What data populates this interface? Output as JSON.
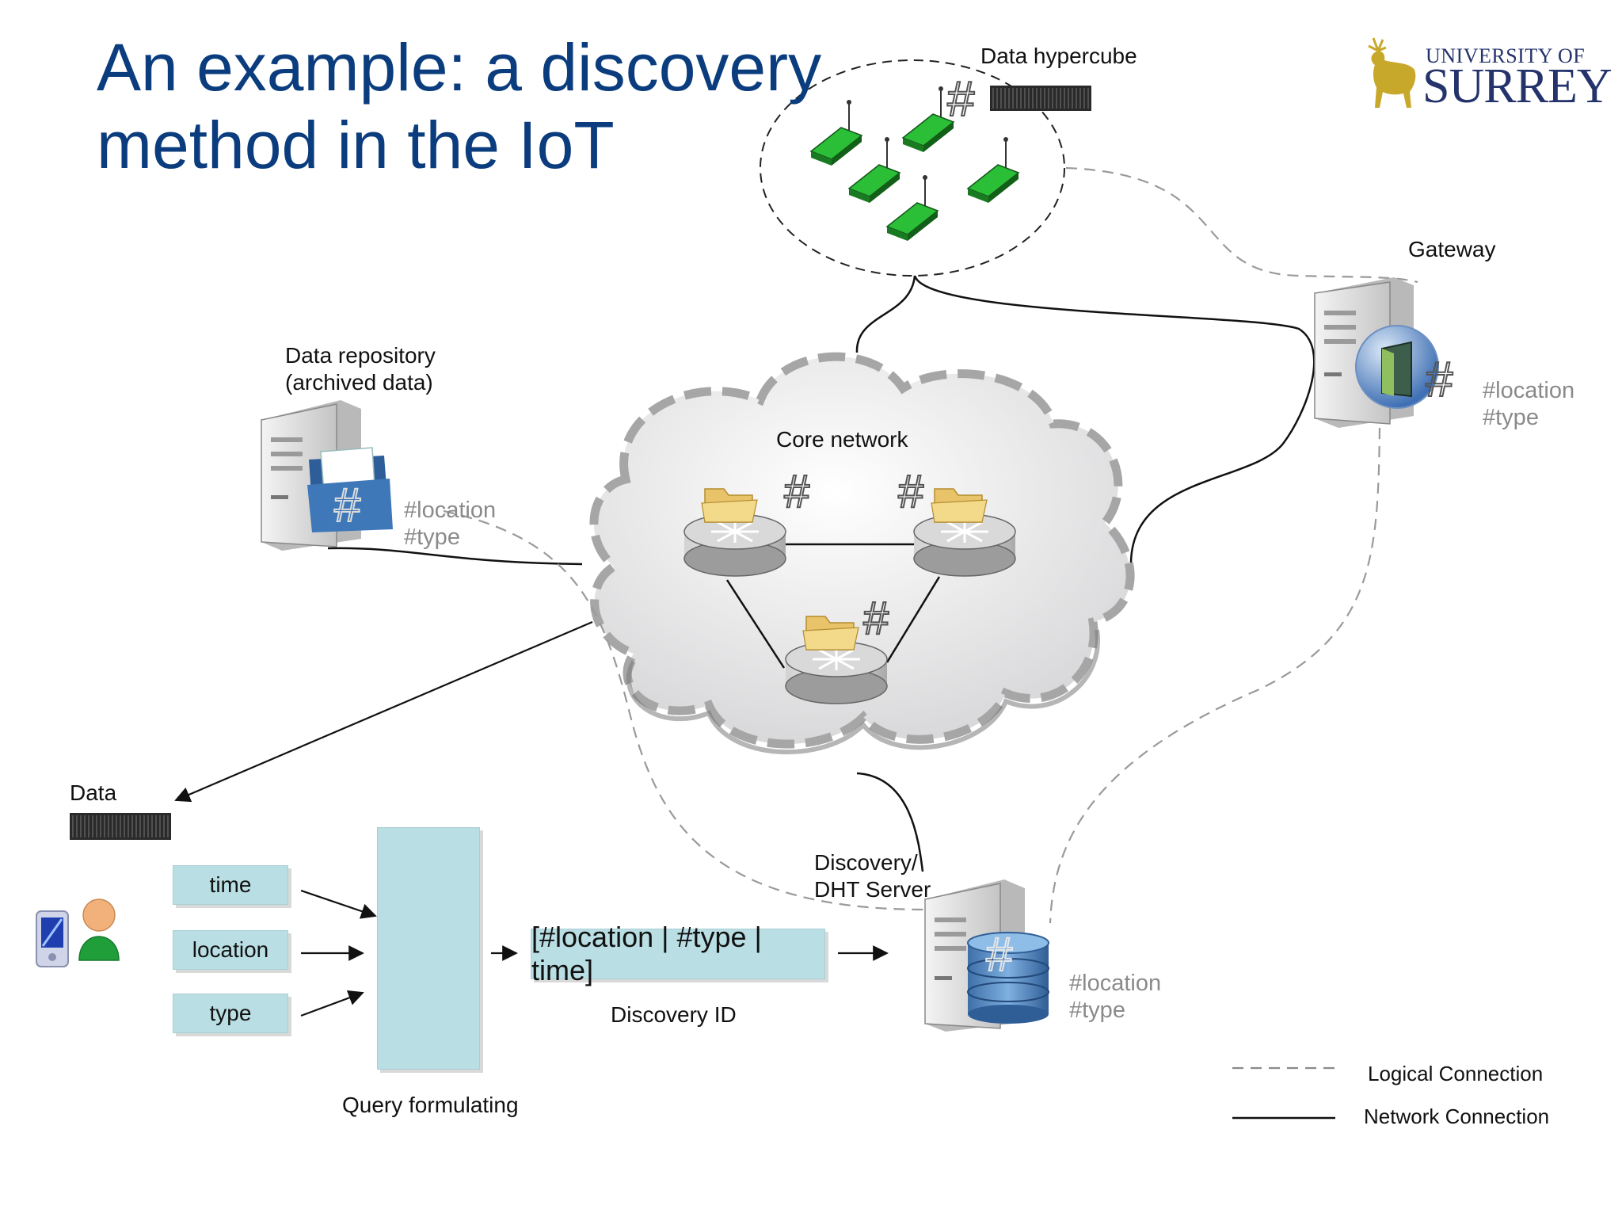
{
  "title": {
    "line1": "An example: a discovery",
    "line2": "method in the IoT"
  },
  "logo": {
    "line1": "UNIVERSITY OF",
    "line2": "SURREY",
    "color": "#24336b",
    "emblem_color": "#c8a82a"
  },
  "nodes": {
    "hypercube": "Data hypercube",
    "gateway": "Gateway",
    "repository_line1": "Data repository",
    "repository_line2": "(archived data)",
    "core": "Core network",
    "data": "Data",
    "discovery_line1": "Discovery/",
    "discovery_line2": "DHT Server"
  },
  "tags": {
    "gateway": [
      "#location",
      "#type"
    ],
    "repository": [
      "#location",
      "#type"
    ],
    "discovery": [
      "#location",
      "#type"
    ]
  },
  "hash_symbol": "#",
  "query": {
    "attributes": [
      "time",
      "location",
      "type"
    ],
    "block_label": "Query formulating",
    "discovery_id": "[#location | #type | time]",
    "discovery_id_label": "Discovery ID"
  },
  "legend": {
    "logical": "Logical Connection",
    "network": "Network Connection"
  },
  "colors": {
    "title": "#0b3d7e",
    "box_fill": "#b9dee3",
    "sensor_green": "#1f9e2a",
    "tag_gray": "#8a8a8a",
    "cloud_gray": "#a6a6a6"
  }
}
